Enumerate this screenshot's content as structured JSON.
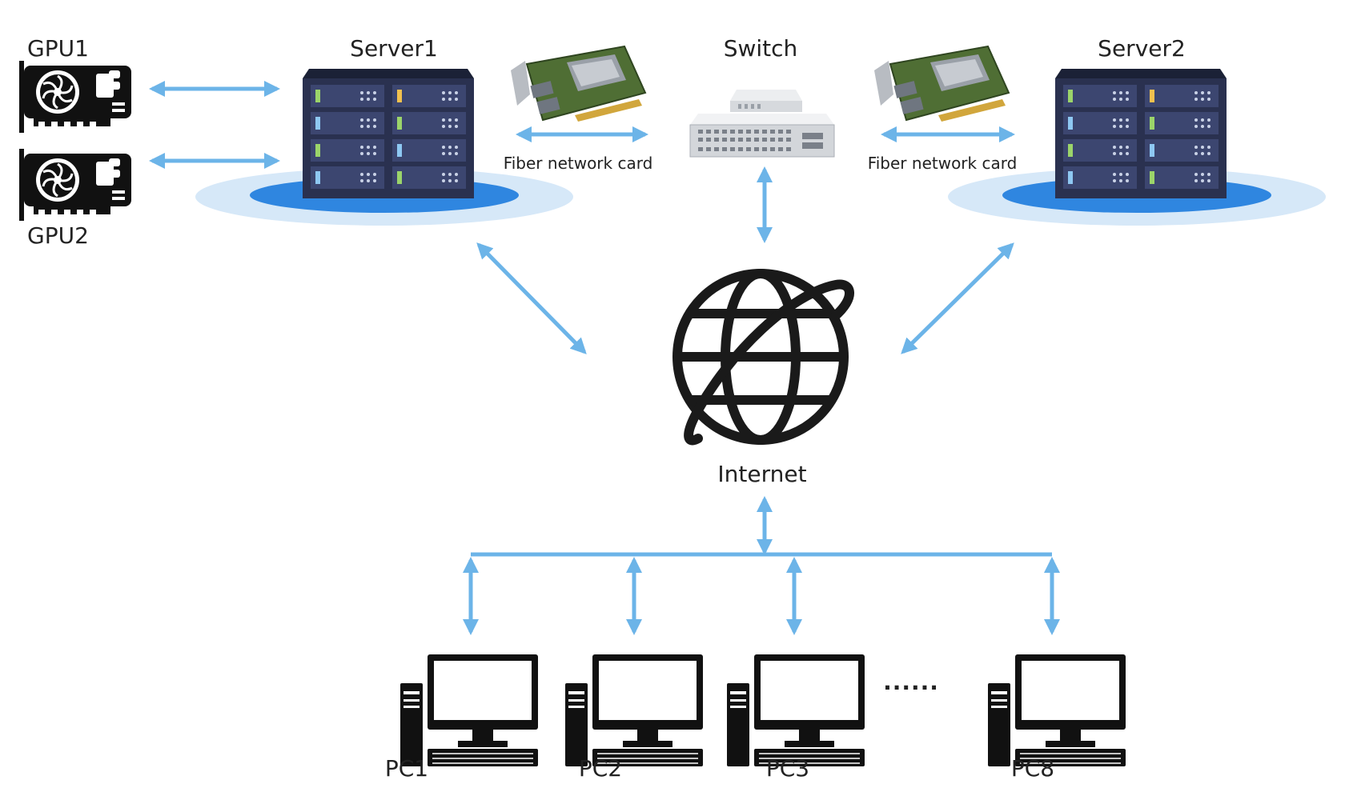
{
  "nodes": {
    "gpu1": {
      "label": "GPU1"
    },
    "gpu2": {
      "label": "GPU2"
    },
    "server1": {
      "label": "Server1"
    },
    "server2": {
      "label": "Server2"
    },
    "switch": {
      "label": "Switch"
    },
    "fiber_card_left": {
      "label": "Fiber network card"
    },
    "fiber_card_right": {
      "label": "Fiber network card"
    },
    "internet": {
      "label": "Internet"
    },
    "pcs": [
      {
        "label": "PC1"
      },
      {
        "label": "PC2"
      },
      {
        "label": "PC3"
      },
      {
        "label": "PC8"
      }
    ],
    "ellipsis": "......"
  },
  "colors": {
    "arrow": "#6cb4e8",
    "server_body": "#2a3150",
    "server_slot": "#3c4670",
    "platform_outer": "#d6e8f8",
    "platform_inner": "#2f86e0",
    "icon_black": "#111111",
    "card_green": "#5a7a3a"
  },
  "icons": {
    "gpu": "graphics-card-icon",
    "server": "server-rack-icon",
    "fiber_card": "network-card-icon",
    "switch": "network-switch-icon",
    "internet": "globe-icon",
    "pc": "desktop-computer-icon"
  }
}
